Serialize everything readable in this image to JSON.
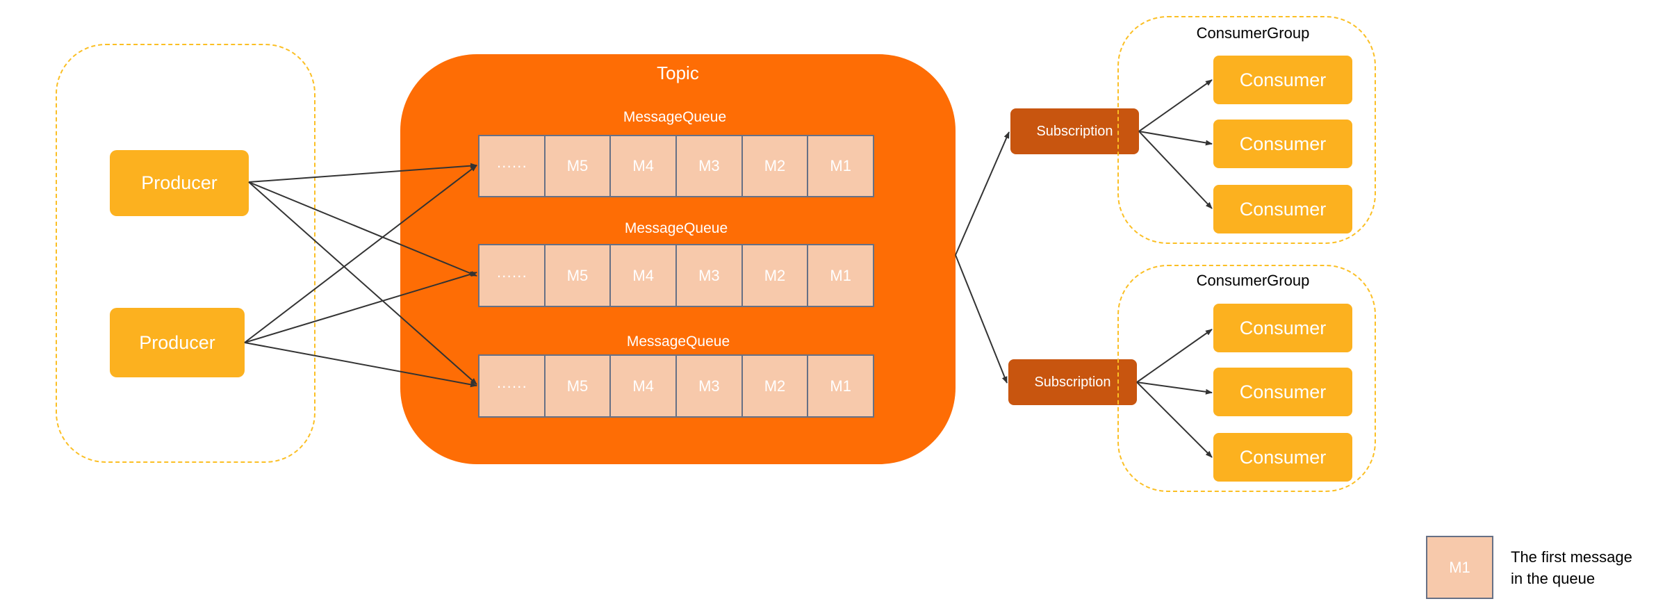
{
  "colors": {
    "topic": "#fe6d05",
    "producer": "#fcb11f",
    "consumer": "#fcb11f",
    "subscription": "#c8550f",
    "queue_cell": "#f7c9ab",
    "queue_border": "#667085",
    "group_border": "#fbbf24",
    "arrow": "#333333"
  },
  "producers": [
    {
      "label": "Producer"
    },
    {
      "label": "Producer"
    }
  ],
  "topic": {
    "title": "Topic",
    "queues": [
      {
        "label": "MessageQueue",
        "cells": [
          "······",
          "M5",
          "M4",
          "M3",
          "M2",
          "M1"
        ]
      },
      {
        "label": "MessageQueue",
        "cells": [
          "······",
          "M5",
          "M4",
          "M3",
          "M2",
          "M1"
        ]
      },
      {
        "label": "MessageQueue",
        "cells": [
          "······",
          "M5",
          "M4",
          "M3",
          "M2",
          "M1"
        ]
      }
    ]
  },
  "subscriptions": [
    {
      "label": "Subscription"
    },
    {
      "label": "Subscription"
    }
  ],
  "consumer_groups": [
    {
      "title": "ConsumerGroup",
      "consumers": [
        "Consumer",
        "Consumer",
        "Consumer"
      ]
    },
    {
      "title": "ConsumerGroup",
      "consumers": [
        "Consumer",
        "Consumer",
        "Consumer"
      ]
    }
  ],
  "legend": {
    "cell": "M1",
    "text_line1": "The first message",
    "text_line2": "in the queue"
  }
}
